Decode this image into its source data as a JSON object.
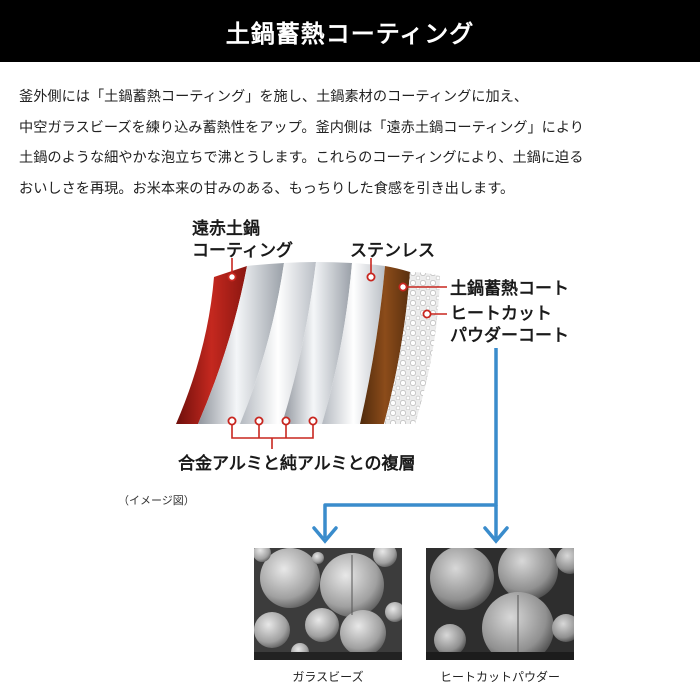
{
  "header": {
    "title": "土鍋蓄熱コーティング"
  },
  "intro": {
    "lines": [
      "釜外側には「土鍋蓄熱コーティング」を施し、土鍋素材のコーティングに加え、",
      "中空ガラスビーズを練り込み蓄熱性をアップ。釜内側は「遠赤土鍋コーティング」により",
      "土鍋のような細やかな泡立ちで沸とうします。これらのコーティングにより、土鍋に迫る",
      "おいしさを再現。お米本来の甘みのある、もっちりした食感を引き出します。"
    ]
  },
  "diagram": {
    "labels": {
      "far_infrared_line1": "遠赤土鍋",
      "far_infrared_line2": "コーティング",
      "stainless": "ステンレス",
      "heat_storage": "土鍋蓄熱コート",
      "heat_cut_line1": "ヒートカット",
      "heat_cut_line2": "パウダーコート",
      "composite": "合金アルミと純アルミとの複層",
      "image_note": "（イメージ図）"
    },
    "colors": {
      "inner_coating": "#a8201a",
      "stainless": "#7a4216",
      "arrow": "#3a8ccc"
    }
  },
  "photos": [
    {
      "caption": "ガラスビーズ"
    },
    {
      "caption": "ヒートカットパウダー"
    }
  ]
}
